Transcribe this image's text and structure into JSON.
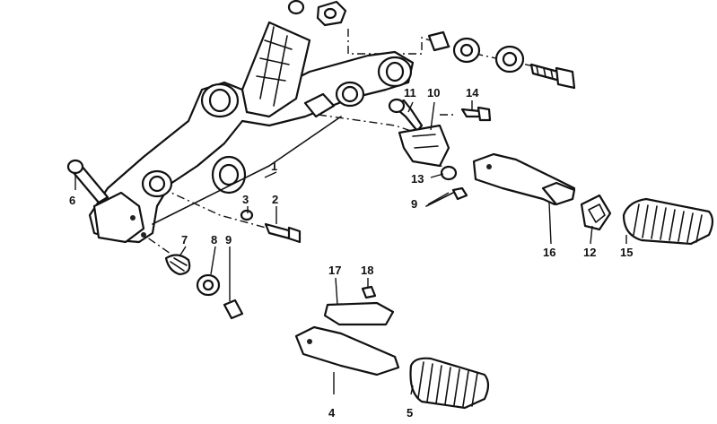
{
  "callouts": [
    {
      "id": "1",
      "text": "1"
    },
    {
      "id": "2",
      "text": "2"
    },
    {
      "id": "3",
      "text": "3"
    },
    {
      "id": "4",
      "text": "4"
    },
    {
      "id": "5",
      "text": "5"
    },
    {
      "id": "6",
      "text": "6"
    },
    {
      "id": "7",
      "text": "7"
    },
    {
      "id": "8",
      "text": "8"
    },
    {
      "id": "9a",
      "text": "9"
    },
    {
      "id": "9b",
      "text": "9"
    },
    {
      "id": "10",
      "text": "10"
    },
    {
      "id": "11",
      "text": "11"
    },
    {
      "id": "12",
      "text": "12"
    },
    {
      "id": "13",
      "text": "13"
    },
    {
      "id": "14",
      "text": "14"
    },
    {
      "id": "15",
      "text": "15"
    },
    {
      "id": "16",
      "text": "16"
    },
    {
      "id": "17",
      "text": "17"
    },
    {
      "id": "18",
      "text": "18"
    }
  ]
}
